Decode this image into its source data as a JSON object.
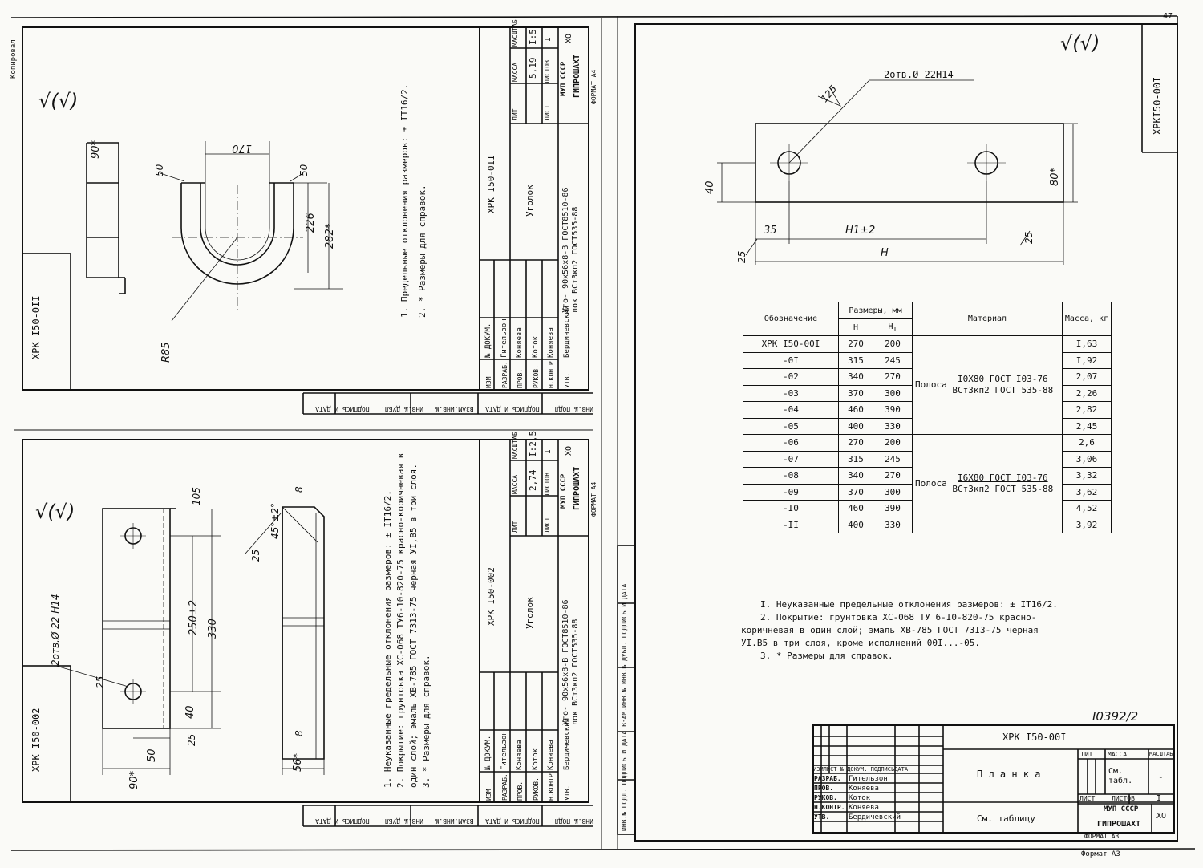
{
  "corner_top": {
    "sheet_no": "47",
    "copied_label": "Копировал",
    "format_label": "Формат А3"
  },
  "top_left": {
    "code_side": "ХРК I50-0II",
    "code_rot": "ХРК I50-0II",
    "name": "Уголок",
    "material_line1": "Уго- 90х56х8-В ГОСТ8510-86",
    "material_line2": "лок ВСт3кп2 ГОСТ535-88",
    "lit_label": "ЛИТ",
    "mass_label": "МАССА",
    "scale_label": "МАСШТАБ",
    "mass": "5,19",
    "scale": "I:5",
    "sheet_label": "ЛИСТ",
    "sheets_label": "ЛИСТОВ",
    "sheets": "I",
    "org1": "МУП СССР",
    "org2": "ГИПРОШАХТ",
    "org3": "ХО",
    "format": "ФОРМАТ А4",
    "roughness": "√(√)",
    "notes": [
      "1. Предельные отклонения размеров: ± IT16/2.",
      "2. * Размеры для справок."
    ],
    "dims": {
      "d90": "90*",
      "d170": "170",
      "d50a": "50",
      "d50b": "50",
      "d226": "226",
      "d282": "282*",
      "r85": "R85"
    }
  },
  "bottom_left": {
    "code_side": "ХРК I50-002",
    "code_rot": "ХРК I50-002",
    "name": "Уголок",
    "material_line1": "Уго- 90х56х8-В ГОСТ8510-86",
    "material_line2": "лок ВСт3кп2 ГОСТ535-88",
    "mass": "2,74",
    "scale": "I:2,5",
    "sheets": "I",
    "roughness": "√(√)",
    "hole_label": "2отв.Ø 22 Н14",
    "notes": [
      "1. Неуказанные предельные отклонения размеров: ± IT16/2.",
      "2. Покрытие: грунтовка ХС-068 ТУ6-10-820-75 красно-коричневая в",
      "один слой; эмаль ХВ-785 ГОСТ 7313-75 черная УI,В5 в три слоя.",
      "3. * Размеры для справок."
    ],
    "dims": {
      "d40": "40",
      "d50": "50",
      "d90": "90*",
      "d250": "250±2",
      "d330": "330",
      "d25a": "25",
      "d25b": "25",
      "d25c": "25",
      "d56": "56*",
      "d8": "8",
      "d45": "45°±2°",
      "d105": "105"
    }
  },
  "right": {
    "roughness": "√(√)",
    "hole_label": "2отв.Ø 22Н14",
    "side_code": "ХРКI50-00I",
    "dims": {
      "d125": "125",
      "d40": "40",
      "d80": "80*",
      "d35": "35",
      "dH1": "Н1±2",
      "dH": "Н",
      "d25l": "25",
      "d25r": "25"
    },
    "table": {
      "h_designation": "Обозначение",
      "h_sizes": "Размеры, мм",
      "h_H": "Н",
      "h_H1": "Н",
      "h_H1_sub": "I",
      "h_material": "Материал",
      "h_mass": "Масса, кг",
      "rows": [
        {
          "d": "ХРК I50-00I",
          "h": "270",
          "h1": "200",
          "m": "I,63"
        },
        {
          "d": "-0I",
          "h": "315",
          "h1": "245",
          "m": "I,92"
        },
        {
          "d": "-02",
          "h": "340",
          "h1": "270",
          "m": "2,07"
        },
        {
          "d": "-03",
          "h": "370",
          "h1": "300",
          "m": "2,26"
        },
        {
          "d": "-04",
          "h": "460",
          "h1": "390",
          "m": "2,82"
        },
        {
          "d": "-05",
          "h": "400",
          "h1": "330",
          "m": "2,45"
        },
        {
          "d": "-06",
          "h": "270",
          "h1": "200",
          "m": "2,6"
        },
        {
          "d": "-07",
          "h": "315",
          "h1": "245",
          "m": "3,06"
        },
        {
          "d": "-08",
          "h": "340",
          "h1": "270",
          "m": "3,32"
        },
        {
          "d": "-09",
          "h": "370",
          "h1": "300",
          "m": "3,62"
        },
        {
          "d": "-I0",
          "h": "460",
          "h1": "390",
          "m": "4,52"
        },
        {
          "d": "-II",
          "h": "400",
          "h1": "330",
          "m": "3,92"
        }
      ],
      "mat1_prefix": "Полоса",
      "mat1_top": "I0Х80 ГОСТ I03-76",
      "mat1_bottom": "ВСт3кп2 ГОСТ 535-88",
      "mat2_prefix": "Полоса",
      "mat2_top": "I6Х80 ГОСТ I03-76",
      "mat2_bottom": "ВСт3кп2 ГОСТ 535-88"
    },
    "notes": [
      "I. Неуказанные предельные отклонения размеров: ± IT16/2.",
      "2. Покрытие: грунтовка ХС-068 ТУ 6-I0-820-75 красно-",
      "коричневая в один слой; эмаль ХВ-785 ГОСТ 73I3-75 черная",
      "УI.В5 в три слоя, кроме исполнений 00I...-05.",
      "3. * Размеры для справок."
    ],
    "doc_no": "I0392/2"
  },
  "title_block": {
    "code": "ХРК I50-00I",
    "name": "П л а н к а",
    "material": "См. таблицу",
    "lit_label": "ЛИТ",
    "mass_label": "МАССА",
    "scale_label": "МАСШТАБ",
    "mass": "См. табл.",
    "scale": "-",
    "sheet_label": "ЛИСТ",
    "sheets_label": "ЛИСТОВ",
    "sheets": "I",
    "org1": "МУП СССР",
    "org2": "ГИПРОШАХТ",
    "org3": "ХО",
    "format": "ФОРМАТ А3",
    "header": [
      "ИЗМ",
      "ЛИСТ",
      "№ ДОКУМ.",
      "ПОДПИСЬ",
      "ДАТА"
    ],
    "roles": [
      "РАЗРАБ.",
      "ПРОВ.",
      "РУКОВ.",
      "Н.КОНТР.",
      "УТВ."
    ],
    "names": [
      "Гительзон",
      "Коняева",
      "Коток",
      "Коняева",
      "Бердичевский"
    ]
  },
  "strip_labels": [
    "ИНВ.№ ПОДЛ.",
    "ПОДПИСЬ И ДАТА",
    "ВЗАМ.ИНВ.№",
    "ИНВ.№ ДУБЛ.",
    "ПОДПИСЬ И ДАТА"
  ]
}
